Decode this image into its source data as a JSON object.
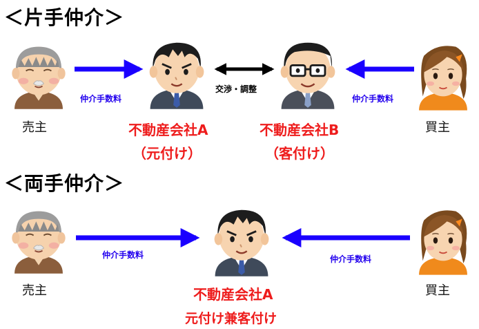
{
  "single_agency": {
    "heading": "＜片手仲介＞",
    "seller_label": "売主",
    "buyer_label": "買主",
    "fee_left": "仲介手数料",
    "fee_right": "仲介手数料",
    "negotiation": "交渉・調整",
    "company_a_name": "不動産会社A",
    "company_a_role": "（元付け）",
    "company_b_name": "不動産会社B",
    "company_b_role": "（客付け）"
  },
  "dual_agency": {
    "heading": "＜両手仲介＞",
    "seller_label": "売主",
    "buyer_label": "買主",
    "fee_left": "仲介手数料",
    "fee_right": "仲介手数料",
    "company_name": "不動産会社A",
    "company_role": "元付け兼客付け"
  },
  "colors": {
    "arrow_fee": "#1a00ff",
    "company_text": "#ee1c1c",
    "fee_text": "#2200ee"
  }
}
